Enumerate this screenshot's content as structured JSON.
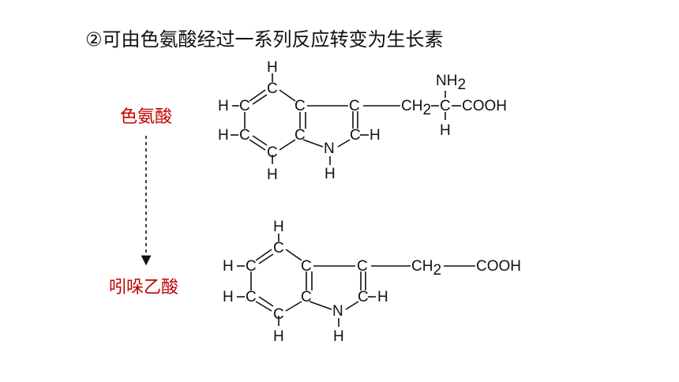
{
  "heading": "②可由色氨酸经过一系列反应转变为生长素",
  "tryptophan_label": "色氨酸",
  "iaa_label": "吲哚乙酸",
  "colors": {
    "label_red": "#c00000",
    "arrow": "#111111"
  },
  "atoms": {
    "C": "C",
    "H": "H",
    "N": "N",
    "NH": "NH",
    "CH": "CH",
    "sub2": "2",
    "COOH": "COOH"
  }
}
